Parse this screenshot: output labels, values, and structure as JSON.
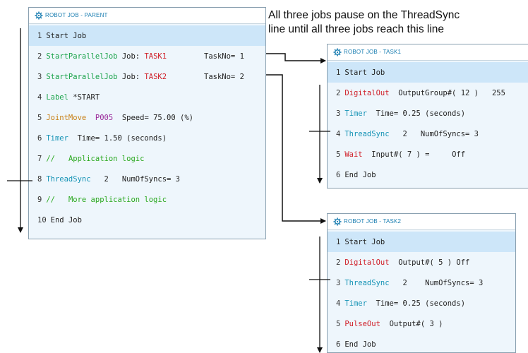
{
  "caption": {
    "line1": "All three jobs pause on the ThreadSync",
    "line2": "line until all three jobs reach this line"
  },
  "parent": {
    "header": "ROBOT JOB - PARENT",
    "lines": [
      {
        "num": "1",
        "text": "Start Job"
      },
      {
        "num": "2",
        "kw": "StartParallelJob",
        "p1": "Job:",
        "p2": "TASK1",
        "p3": "TaskNo= 1"
      },
      {
        "num": "3",
        "kw": "StartParallelJob",
        "p1": "Job:",
        "p2": "TASK2",
        "p3": "TaskNo= 2"
      },
      {
        "num": "4",
        "kw": "Label",
        "p1": "*START"
      },
      {
        "num": "5",
        "kw": "JointMove",
        "p1": "P005",
        "p2": "Speed= 75.00 (%)"
      },
      {
        "num": "6",
        "kw": "Timer",
        "p1": "Time= 1.50 (seconds)"
      },
      {
        "num": "7",
        "kw": "//",
        "p1": "Application logic"
      },
      {
        "num": "8",
        "kw": "ThreadSync",
        "p1": "2",
        "p2": "NumOfSyncs= 3"
      },
      {
        "num": "9",
        "kw": "//",
        "p1": "More application logic"
      },
      {
        "num": "10",
        "text": "End Job"
      }
    ]
  },
  "task1": {
    "header": "ROBOT JOB - TASK1",
    "lines": [
      {
        "num": "1",
        "text": "Start Job"
      },
      {
        "num": "2",
        "kw": "DigitalOut",
        "p1": "OutputGroup#( 12 )",
        "p2": "255"
      },
      {
        "num": "3",
        "kw": "Timer",
        "p1": "Time= 0.25 (seconds)"
      },
      {
        "num": "4",
        "kw": "ThreadSync",
        "p1": "2",
        "p2": "NumOfSyncs= 3"
      },
      {
        "num": "5",
        "kw": "Wait",
        "p1": "Input#( 7 ) =",
        "p2": "Off"
      },
      {
        "num": "6",
        "text": "End Job"
      }
    ]
  },
  "task2": {
    "header": "ROBOT JOB - TASK2",
    "lines": [
      {
        "num": "1",
        "text": "Start Job"
      },
      {
        "num": "2",
        "kw": "DigitalOut",
        "p1": "Output#( 5 )",
        "p2": "Off"
      },
      {
        "num": "3",
        "kw": "ThreadSync",
        "p1": "2",
        "p2": "NumOfSyncs= 3"
      },
      {
        "num": "4",
        "kw": "Timer",
        "p1": "Time= 0.25 (seconds)"
      },
      {
        "num": "5",
        "kw": "PulseOut",
        "p1": "Output#( 3 )"
      },
      {
        "num": "6",
        "text": "End Job"
      }
    ]
  },
  "colors": {
    "panel_bg": "#eef6fc",
    "selected_row": "#cde6f9",
    "header_text": "#1c7fb2",
    "keyword_green": "#1aa34a",
    "keyword_teal": "#1593b5",
    "keyword_orange": "#c8821a",
    "keyword_red": "#d0202a",
    "keyword_purple": "#9a2a9a"
  }
}
